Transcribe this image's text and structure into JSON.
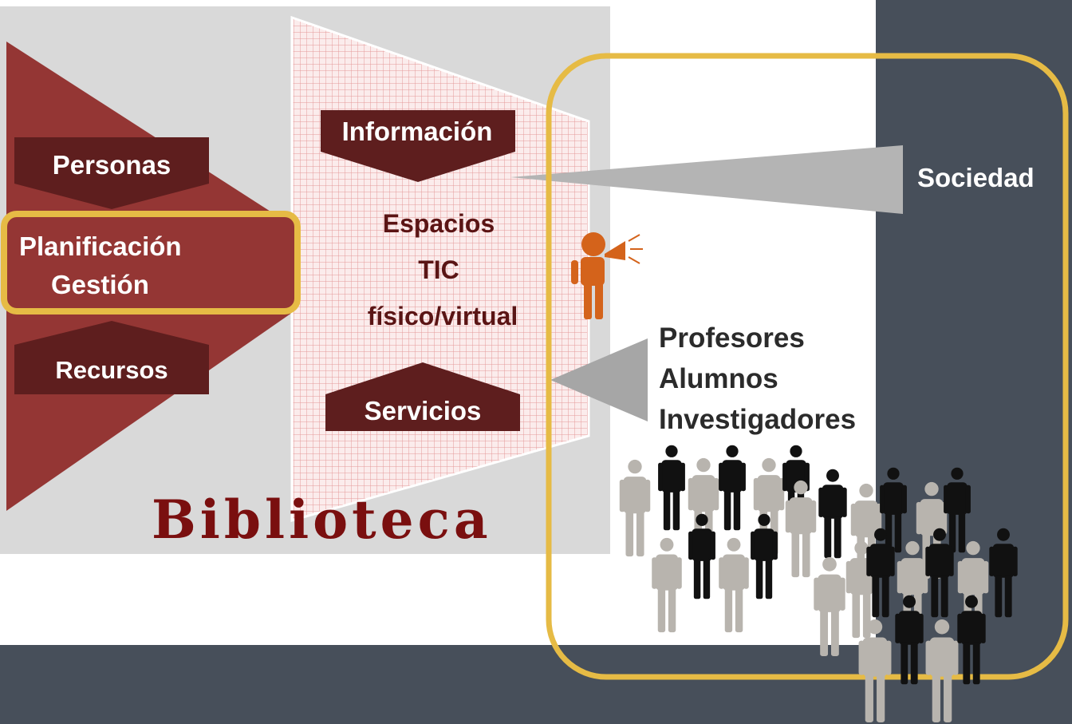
{
  "colors": {
    "maroon": "#943634",
    "dark_maroon": "#5e1e1e",
    "gold": "#e6bb45",
    "slate": "#474f5a",
    "panel_gray": "#d9d9d9",
    "grid_pink": "#f7dede",
    "arrow_gray": "#a6a6a6",
    "orange": "#d4631b"
  },
  "left_labels": {
    "personas": "Personas",
    "planificacion": "Planificación",
    "gestion": "Gestión",
    "recursos": "Recursos"
  },
  "center_labels": {
    "informacion": "Información",
    "espacios": "Espacios",
    "tic": "TIC",
    "fisico_virtual": "físico/virtual",
    "servicios": "Servicios"
  },
  "library_title": "Biblioteca",
  "society_label": "Sociedad",
  "users": [
    "Profesores",
    "Alumnos",
    "Investigadores"
  ],
  "icons": {
    "speaker": "person-megaphone-icon",
    "crowd": "people-crowd-icon"
  }
}
